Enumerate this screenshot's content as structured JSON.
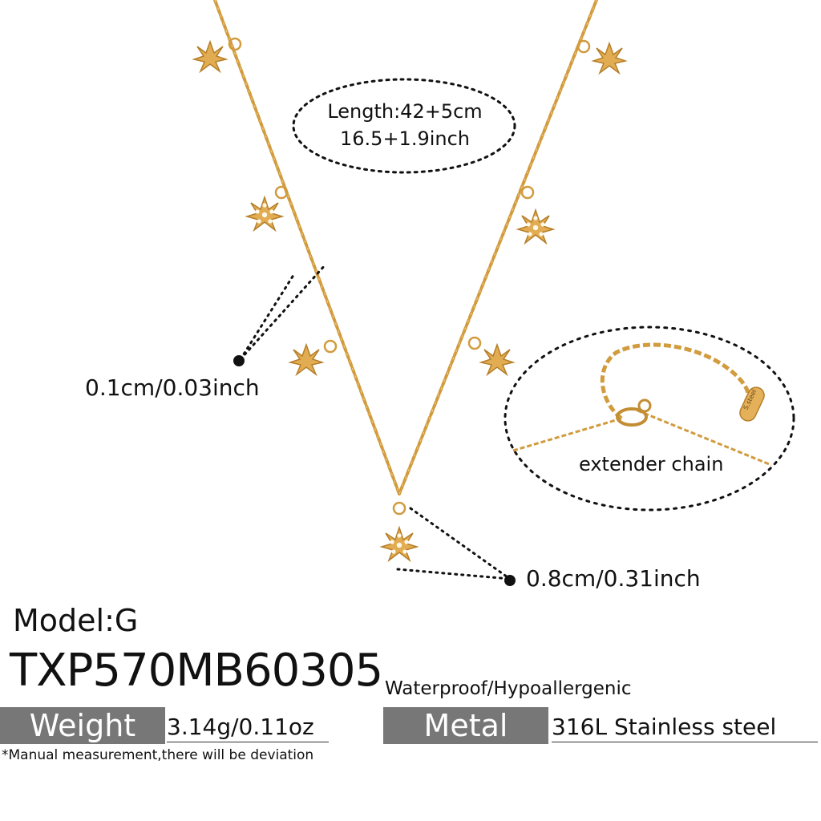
{
  "length": {
    "line1": "Length:42+5cm",
    "line2": "16.5+1.9inch"
  },
  "chain_thickness": "0.1cm/0.03inch",
  "extender": {
    "label": "extender chain",
    "tag_text": "S.steel"
  },
  "pendant_size": "0.8cm/0.31inch",
  "model": {
    "label": "Model:G",
    "sku": "TXP570MB60305",
    "features": "Waterproof/Hypoallergenic"
  },
  "weight": {
    "label": "Weight",
    "value": "3.14g/0.11oz"
  },
  "metal": {
    "label": "Metal",
    "value": "316L Stainless steel"
  },
  "note": "*Manual measurement,there will be deviation",
  "colors": {
    "gold": "#d19b3e",
    "gold_light": "#f0c978",
    "gray_box": "#777777"
  }
}
